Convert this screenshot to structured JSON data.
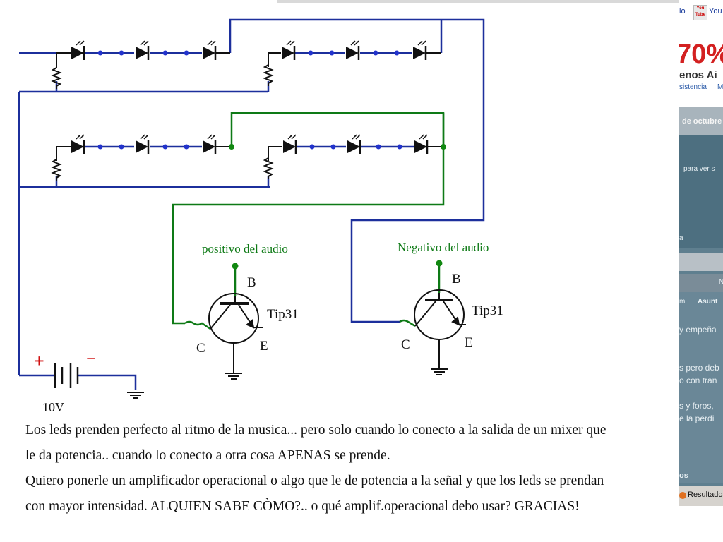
{
  "diagram": {
    "labels": {
      "positive_audio": "positivo del audio",
      "negative_audio": "Negativo del audio",
      "transistor1_model": "Tip31",
      "transistor2_model": "Tip31",
      "pin_b": "B",
      "pin_c": "C",
      "pin_e": "E",
      "battery_plus": "+",
      "battery_minus": "−",
      "battery_voltage": "10V"
    },
    "colors": {
      "blue_wire": "#1c2f9c",
      "green_wire": "#0e7a16",
      "component": "#111111",
      "plus_red": "#d01010",
      "node_blue": "#2233cc",
      "node_green": "#118811"
    }
  },
  "message": {
    "line1": "Los leds prenden perfecto al ritmo de la musica... pero solo cuando lo conecto a la salida de un mixer que",
    "line2": "le da potencia.. cuando lo conecto a otra cosa APENAS se prende.",
    "line3": "Quiero ponerle un amplificador operacional o algo que le de potencia a la señal y que los leds se prendan",
    "line4": "con mayor intensidad. ALQUIEN SABE CÒMO?.. o qué amplif.operacional debo usar? GRACIAS!"
  },
  "background_window": {
    "link_partial": "lo",
    "youtube_badge": "You Tube",
    "youtube_text": "You",
    "ad_percent": "70%",
    "ad_text": "enos Ai",
    "ad_link1": "sistencia",
    "ad_link2": "M",
    "date_text": "de octubre",
    "mid_text1": "para ver s",
    "mid_text2": "a",
    "band_text": "N",
    "col_m": "m",
    "col_asunto": "Asunt",
    "body1": "y empeña",
    "body2": "s pero deb",
    "body3": "o con tran",
    "body4": "s y foros,",
    "body5": "e la pérdi",
    "footer_text": "os",
    "taskbar_label": "Resultados"
  }
}
